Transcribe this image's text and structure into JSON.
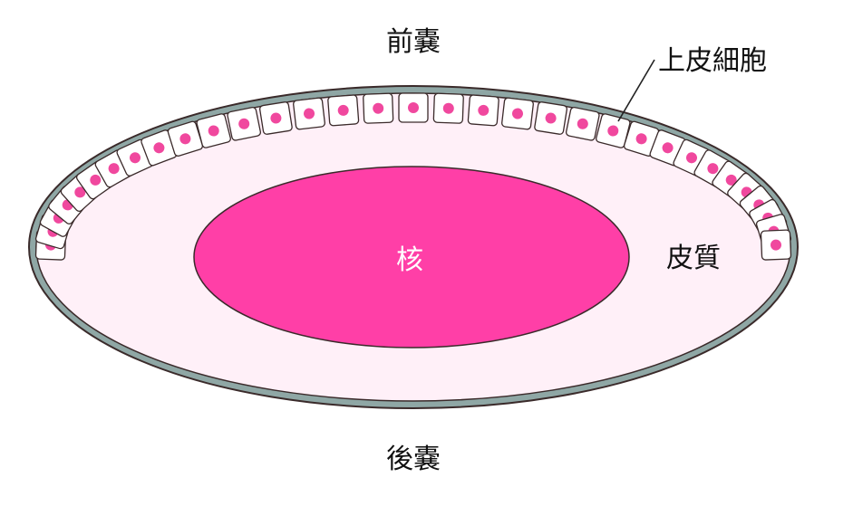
{
  "labels": {
    "anterior_capsule": "前嚢",
    "epithelial_cells": "上皮細胞",
    "nucleus": "核",
    "cortex": "皮質",
    "posterior_capsule": "後嚢"
  },
  "colors": {
    "capsule": "#8fa7a5",
    "outline": "#3a2a2a",
    "cortex": "#fff0f8",
    "nucleus": "#ff3fa7",
    "cell_fill": "#ffffff",
    "cell_dot": "#f0489e"
  },
  "epithelium": {
    "cell_count": 33
  }
}
